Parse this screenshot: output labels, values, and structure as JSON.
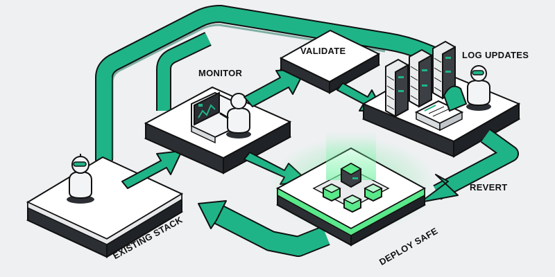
{
  "diagram": {
    "labels": {
      "monitor": "MONITOR",
      "validate": "VALIDATE",
      "log_updates": "LOG UPDATES",
      "revert": "REVERT",
      "existing_stack": "EXISTING STACK",
      "deploy_safe": "DEPLOY SAFE"
    },
    "colors": {
      "background": "#eef0f2",
      "accent": "#1fb487",
      "accent_dark": "#0e6b52",
      "outline": "#111111",
      "platform_top": "#ffffff",
      "platform_side": "#3c3f44",
      "deploy_glow": "#59e88a"
    },
    "icons": [
      "robot-icon",
      "monitor-console-icon",
      "server-rack-icon",
      "document-stack-icon",
      "cube-cluster-icon"
    ]
  }
}
